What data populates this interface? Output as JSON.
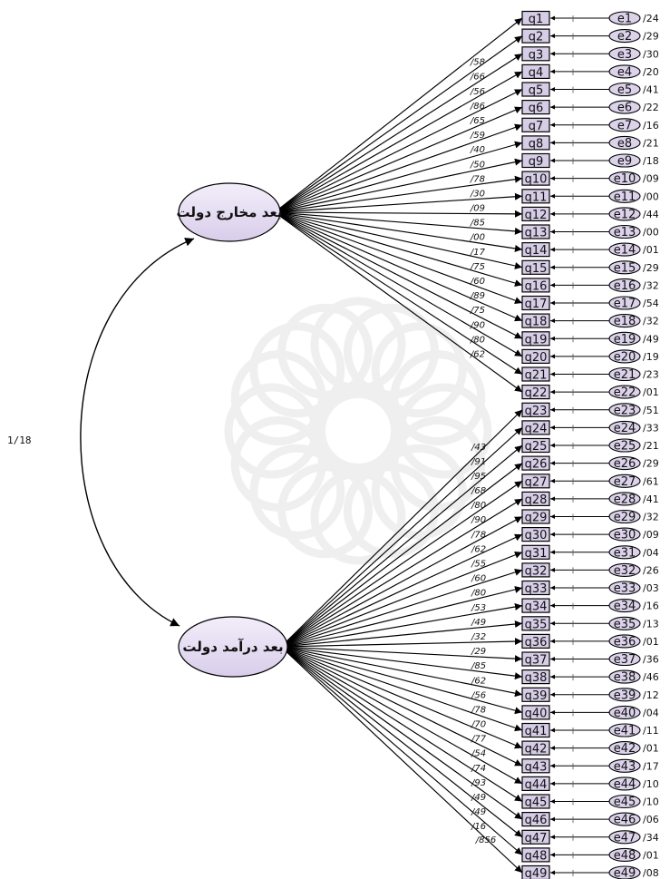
{
  "factors": [
    {
      "id": "F1",
      "label": "بعد مخارج دولت"
    },
    {
      "id": "F2",
      "label": "بعد درآمد دولت"
    }
  ],
  "covariance": "1/18",
  "indicators": [
    {
      "name": "q1",
      "error": "e1",
      "residual": "/24",
      "loading": "",
      "factor": "F1"
    },
    {
      "name": "q2",
      "error": "e2",
      "residual": "/29",
      "loading": "/58",
      "factor": "F1"
    },
    {
      "name": "q3",
      "error": "e3",
      "residual": "/30",
      "loading": "/66",
      "factor": "F1"
    },
    {
      "name": "q4",
      "error": "e4",
      "residual": "/20",
      "loading": "/56",
      "factor": "F1"
    },
    {
      "name": "q5",
      "error": "e5",
      "residual": "/41",
      "loading": "/86",
      "factor": "F1"
    },
    {
      "name": "q6",
      "error": "e6",
      "residual": "/22",
      "loading": "/65",
      "factor": "F1"
    },
    {
      "name": "q7",
      "error": "e7",
      "residual": "/16",
      "loading": "/59",
      "factor": "F1"
    },
    {
      "name": "q8",
      "error": "e8",
      "residual": "/21",
      "loading": "/40",
      "factor": "F1"
    },
    {
      "name": "q9",
      "error": "e9",
      "residual": "/18",
      "loading": "/50",
      "factor": "F1"
    },
    {
      "name": "q10",
      "error": "e10",
      "residual": "/09",
      "loading": "/78",
      "factor": "F1"
    },
    {
      "name": "q11",
      "error": "e11",
      "residual": "/00",
      "loading": "/30",
      "factor": "F1"
    },
    {
      "name": "q12",
      "error": "e12",
      "residual": "/44",
      "loading": "/09",
      "factor": "F1"
    },
    {
      "name": "q13",
      "error": "e13",
      "residual": "/00",
      "loading": "/85",
      "factor": "F1"
    },
    {
      "name": "q14",
      "error": "e14",
      "residual": "/01",
      "loading": "/00",
      "factor": "F1"
    },
    {
      "name": "q15",
      "error": "e15",
      "residual": "/29",
      "loading": "/17",
      "factor": "F1"
    },
    {
      "name": "q16",
      "error": "e16",
      "residual": "/32",
      "loading": "/75",
      "factor": "F1"
    },
    {
      "name": "q17",
      "error": "e17",
      "residual": "/54",
      "loading": "/60",
      "factor": "F1"
    },
    {
      "name": "q18",
      "error": "e18",
      "residual": "/32",
      "loading": "/89",
      "factor": "F1"
    },
    {
      "name": "q19",
      "error": "e19",
      "residual": "/49",
      "loading": "/75",
      "factor": "F1"
    },
    {
      "name": "q20",
      "error": "e20",
      "residual": "/19",
      "loading": "/90",
      "factor": "F1"
    },
    {
      "name": "q21",
      "error": "e21",
      "residual": "/23",
      "loading": "/80",
      "factor": "F1"
    },
    {
      "name": "q22",
      "error": "e22",
      "residual": "/01",
      "loading": "/62",
      "factor": "F1"
    },
    {
      "name": "q23",
      "error": "e23",
      "residual": "/51",
      "loading": "/43",
      "factor": "F2"
    },
    {
      "name": "q24",
      "error": "e24",
      "residual": "/33",
      "loading": "/91",
      "factor": "F2"
    },
    {
      "name": "q25",
      "error": "e25",
      "residual": "/21",
      "loading": "/95",
      "factor": "F2"
    },
    {
      "name": "q26",
      "error": "e26",
      "residual": "/29",
      "loading": "/68",
      "factor": "F2"
    },
    {
      "name": "q27",
      "error": "e27",
      "residual": "/61",
      "loading": "/80",
      "factor": "F2"
    },
    {
      "name": "q28",
      "error": "e28",
      "residual": "/41",
      "loading": "/90",
      "factor": "F2"
    },
    {
      "name": "q29",
      "error": "e29",
      "residual": "/32",
      "loading": "/78",
      "factor": "F2"
    },
    {
      "name": "q30",
      "error": "e30",
      "residual": "/09",
      "loading": "/62",
      "factor": "F2"
    },
    {
      "name": "q31",
      "error": "e31",
      "residual": "/04",
      "loading": "/55",
      "factor": "F2"
    },
    {
      "name": "q32",
      "error": "e32",
      "residual": "/26",
      "loading": "/60",
      "factor": "F2"
    },
    {
      "name": "q33",
      "error": "e33",
      "residual": "/03",
      "loading": "/80",
      "factor": "F2"
    },
    {
      "name": "q34",
      "error": "e34",
      "residual": "/16",
      "loading": "/53",
      "factor": "F2"
    },
    {
      "name": "q35",
      "error": "e35",
      "residual": "/13",
      "loading": "/49",
      "factor": "F2"
    },
    {
      "name": "q36",
      "error": "e36",
      "residual": "/01",
      "loading": "/32",
      "factor": "F2"
    },
    {
      "name": "q37",
      "error": "e37",
      "residual": "/36",
      "loading": "/29",
      "factor": "F2"
    },
    {
      "name": "q38",
      "error": "e38",
      "residual": "/46",
      "loading": "/85",
      "factor": "F2"
    },
    {
      "name": "q39",
      "error": "e39",
      "residual": "/12",
      "loading": "/62",
      "factor": "F2"
    },
    {
      "name": "q40",
      "error": "e40",
      "residual": "/04",
      "loading": "/56",
      "factor": "F2"
    },
    {
      "name": "q41",
      "error": "e41",
      "residual": "/11",
      "loading": "/78",
      "factor": "F2"
    },
    {
      "name": "q42",
      "error": "e42",
      "residual": "/01",
      "loading": "/70",
      "factor": "F2"
    },
    {
      "name": "q43",
      "error": "e43",
      "residual": "/17",
      "loading": "/77",
      "factor": "F2"
    },
    {
      "name": "q44",
      "error": "e44",
      "residual": "/10",
      "loading": "/54",
      "factor": "F2"
    },
    {
      "name": "q45",
      "error": "e45",
      "residual": "/10",
      "loading": "/74",
      "factor": "F2"
    },
    {
      "name": "q46",
      "error": "e46",
      "residual": "/06",
      "loading": "/93",
      "factor": "F2"
    },
    {
      "name": "q47",
      "error": "e47",
      "residual": "/34",
      "loading": "/49",
      "factor": "F2"
    },
    {
      "name": "q48",
      "error": "e48",
      "residual": "/01",
      "loading": "/49",
      "factor": "F2"
    },
    {
      "name": "q49",
      "error": "e49",
      "residual": "/08",
      "loading": "/16",
      "factor": "F2"
    }
  ],
  "extra_loading": "/856",
  "colors": {
    "factor_fill_top": "#f3eefa",
    "factor_fill_bottom": "#d9cdea",
    "box_fill": "#d6cde6",
    "error_fill": "#dcd3eb",
    "line": "#000000",
    "watermark": "#e3e3e3"
  }
}
